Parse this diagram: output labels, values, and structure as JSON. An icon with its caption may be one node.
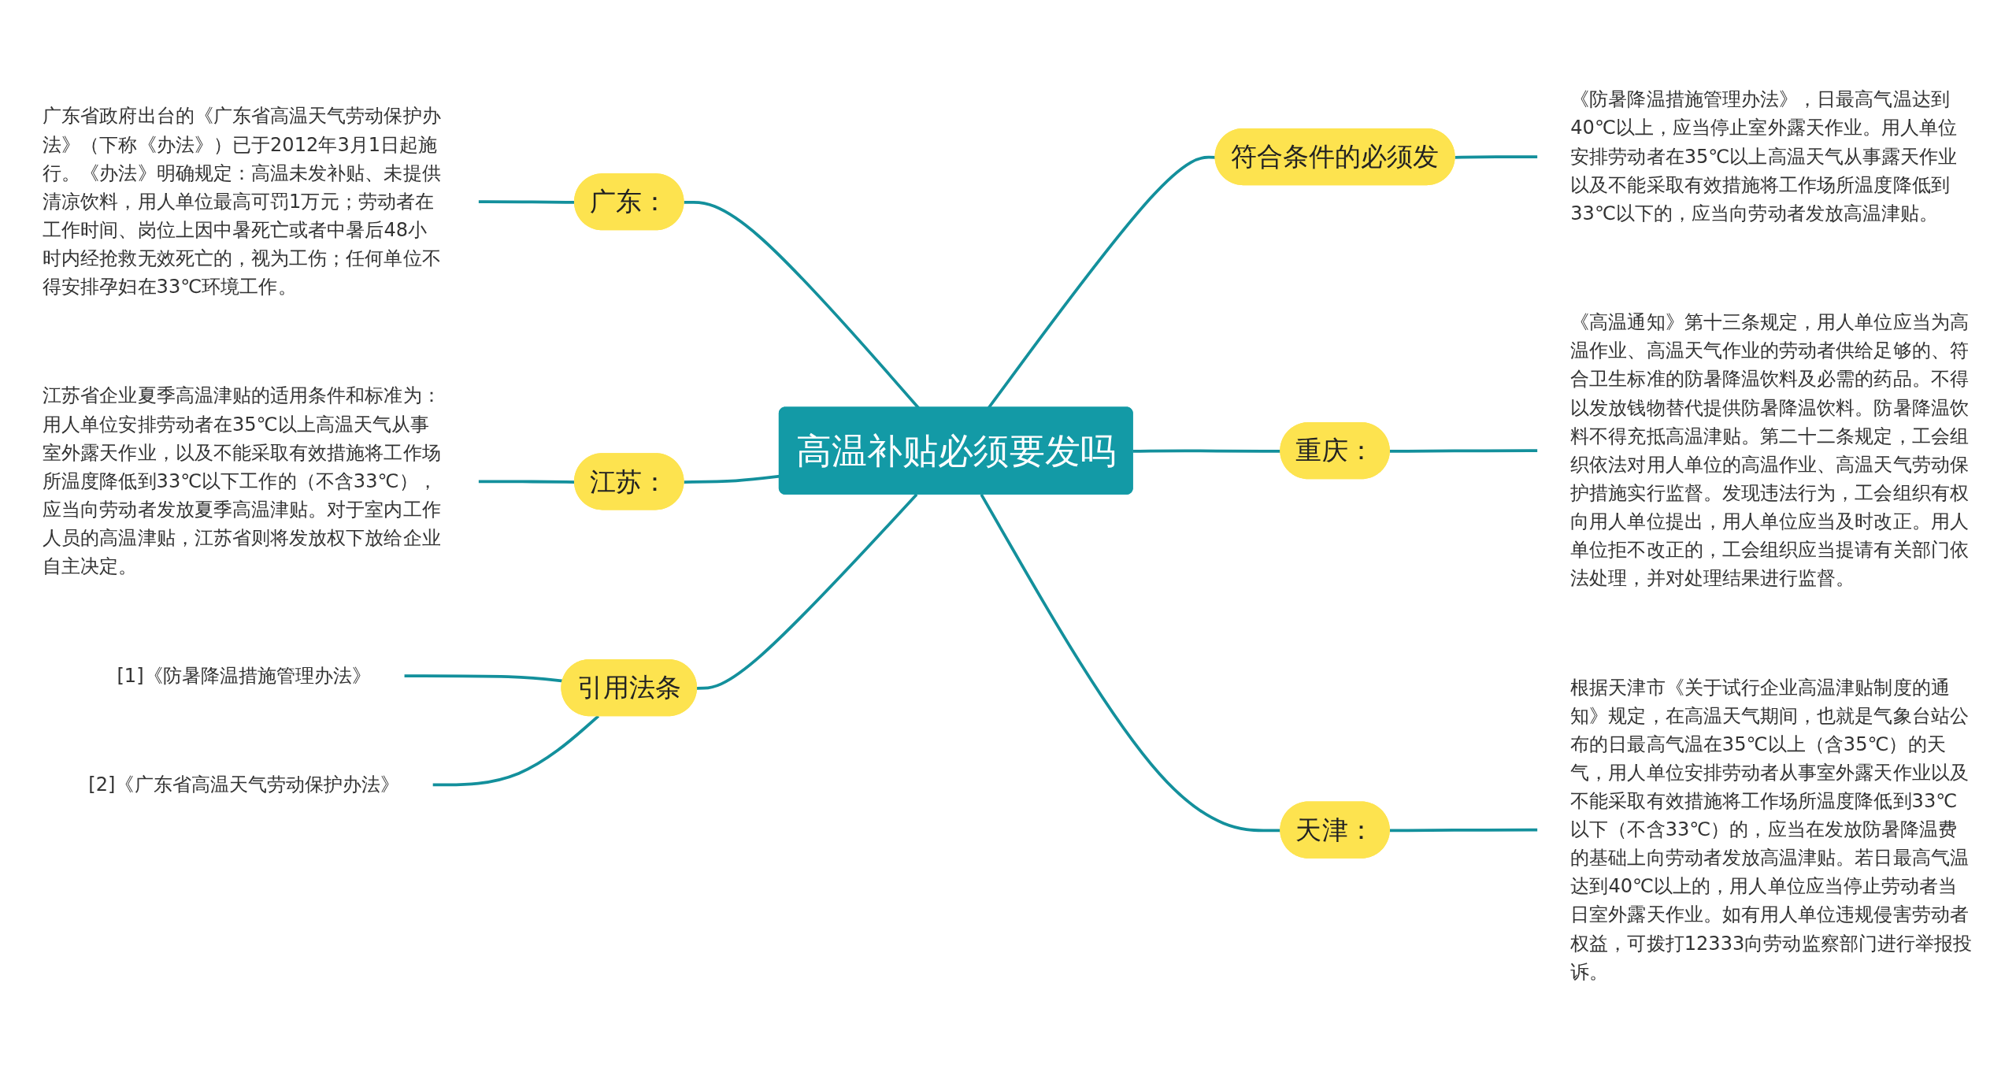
{
  "diagram": {
    "nodes": [
      {
        "text": [
          "高温补贴必须要发吗"
        ]
      },
      {
        "text": [
          "广东："
        ]
      },
      {
        "text": [
          "广东省政府出台的《广东省高温天气劳动保护办法》（下称《办法》）已于2012年3月1日起施行。《办法》明确规定：高温未发补贴、未提供清凉饮料，用人单位最高可罚1万元；劳动者在工作时间、岗位上因中暑死亡或者中暑后48小时内经抢救无效死亡的，视为工伤；任何单位不得安排孕妇在33℃环境工作。"
        ]
      },
      {
        "text": [
          "江苏："
        ]
      },
      {
        "text": [
          "江苏省企业夏季高温津贴的适用条件和标准为：用人单位安排劳动者在35℃以上高温天气从事室外露天作业，以及不能采取有效措施将工作场所温度降低到33℃以下工作的（不含33℃），应当向劳动者发放夏季高温津贴。对于室内工作人员的高温津贴，江苏省则将发放权下放给企业自主决定。"
        ]
      },
      {
        "text": [
          "引用法条"
        ]
      },
      {
        "text": [
          "[1]《防暑降温措施管理办法》"
        ]
      },
      {
        "text": [
          "[2]《广东省高温天气劳动保护办法》"
        ]
      },
      {
        "text": [
          "符合条件的必须发"
        ]
      },
      {
        "text": [
          "《防暑降温措施管理办法》，日最高气温达到40℃以上，应当停止室外露天作业。用人单位安排劳动者在35℃以上高温天气从事露天作业以及不能采取有效措施将工作场所温度降低到33℃以下的，应当向劳动者发放高温津贴。"
        ]
      },
      {
        "text": [
          "重庆："
        ]
      },
      {
        "text": [
          "《高温通知》第十三条规定，用人单位应当为高温作业、高温天气作业的劳动者供给足够的、符合卫生标准的防暑降温饮料及必需的药品。不得以发放钱物替代提供防暑降温饮料。防暑降温饮料不得充抵高温津贴。第二十二条规定，工会组织依法对用人单位的高温作业、高温天气劳动保护措施实行监督。发现违法行为，工会组织有权向用人单位提出，用人单位应当及时改正。用人单位拒不改正的，工会组织应当提请有关部门依法处理，并对处理结果进行监督。"
        ]
      },
      {
        "text": [
          "天津："
        ]
      },
      {
        "text": [
          "根据天津市《关于试行企业高温津贴制度的通知》规定，在高温天气期间，也就是气象台站公布的日最高气温在35℃以上（含35℃）的天气，用人单位安排劳动者从事室外露天作业以及不能采取有效措施将工作场所温度降低到33℃以下（不含33℃）的，应当在发放防暑降温费的基础上向劳动者发放高温津贴。若日最高气温达到40℃以上的，用人单位应当停止劳动者当日室外露天作业。如有用人单位违规侵害劳动者权益，可拨打12333向劳动监察部门进行举报投诉。"
        ]
      }
    ],
    "edges": [
      {
        "from": 2,
        "to": 1,
        "arrow": "none"
      },
      {
        "from": 1,
        "to": 0,
        "arrow": "none"
      },
      {
        "from": 4,
        "to": 3,
        "arrow": "none"
      },
      {
        "from": 3,
        "to": 0,
        "arrow": "none"
      },
      {
        "from": 6,
        "to": 5,
        "arrow": "none"
      },
      {
        "from": 7,
        "to": 5,
        "arrow": "none"
      },
      {
        "from": 5,
        "to": 0,
        "arrow": "none"
      },
      {
        "from": 0,
        "to": 8,
        "arrow": "none"
      },
      {
        "from": 8,
        "to": 9,
        "arrow": "none"
      },
      {
        "from": 0,
        "to": 10,
        "arrow": "none"
      },
      {
        "from": 10,
        "to": 11,
        "arrow": "none"
      },
      {
        "from": 0,
        "to": 12,
        "arrow": "none"
      },
      {
        "from": 12,
        "to": 13,
        "arrow": "none"
      }
    ]
  }
}
